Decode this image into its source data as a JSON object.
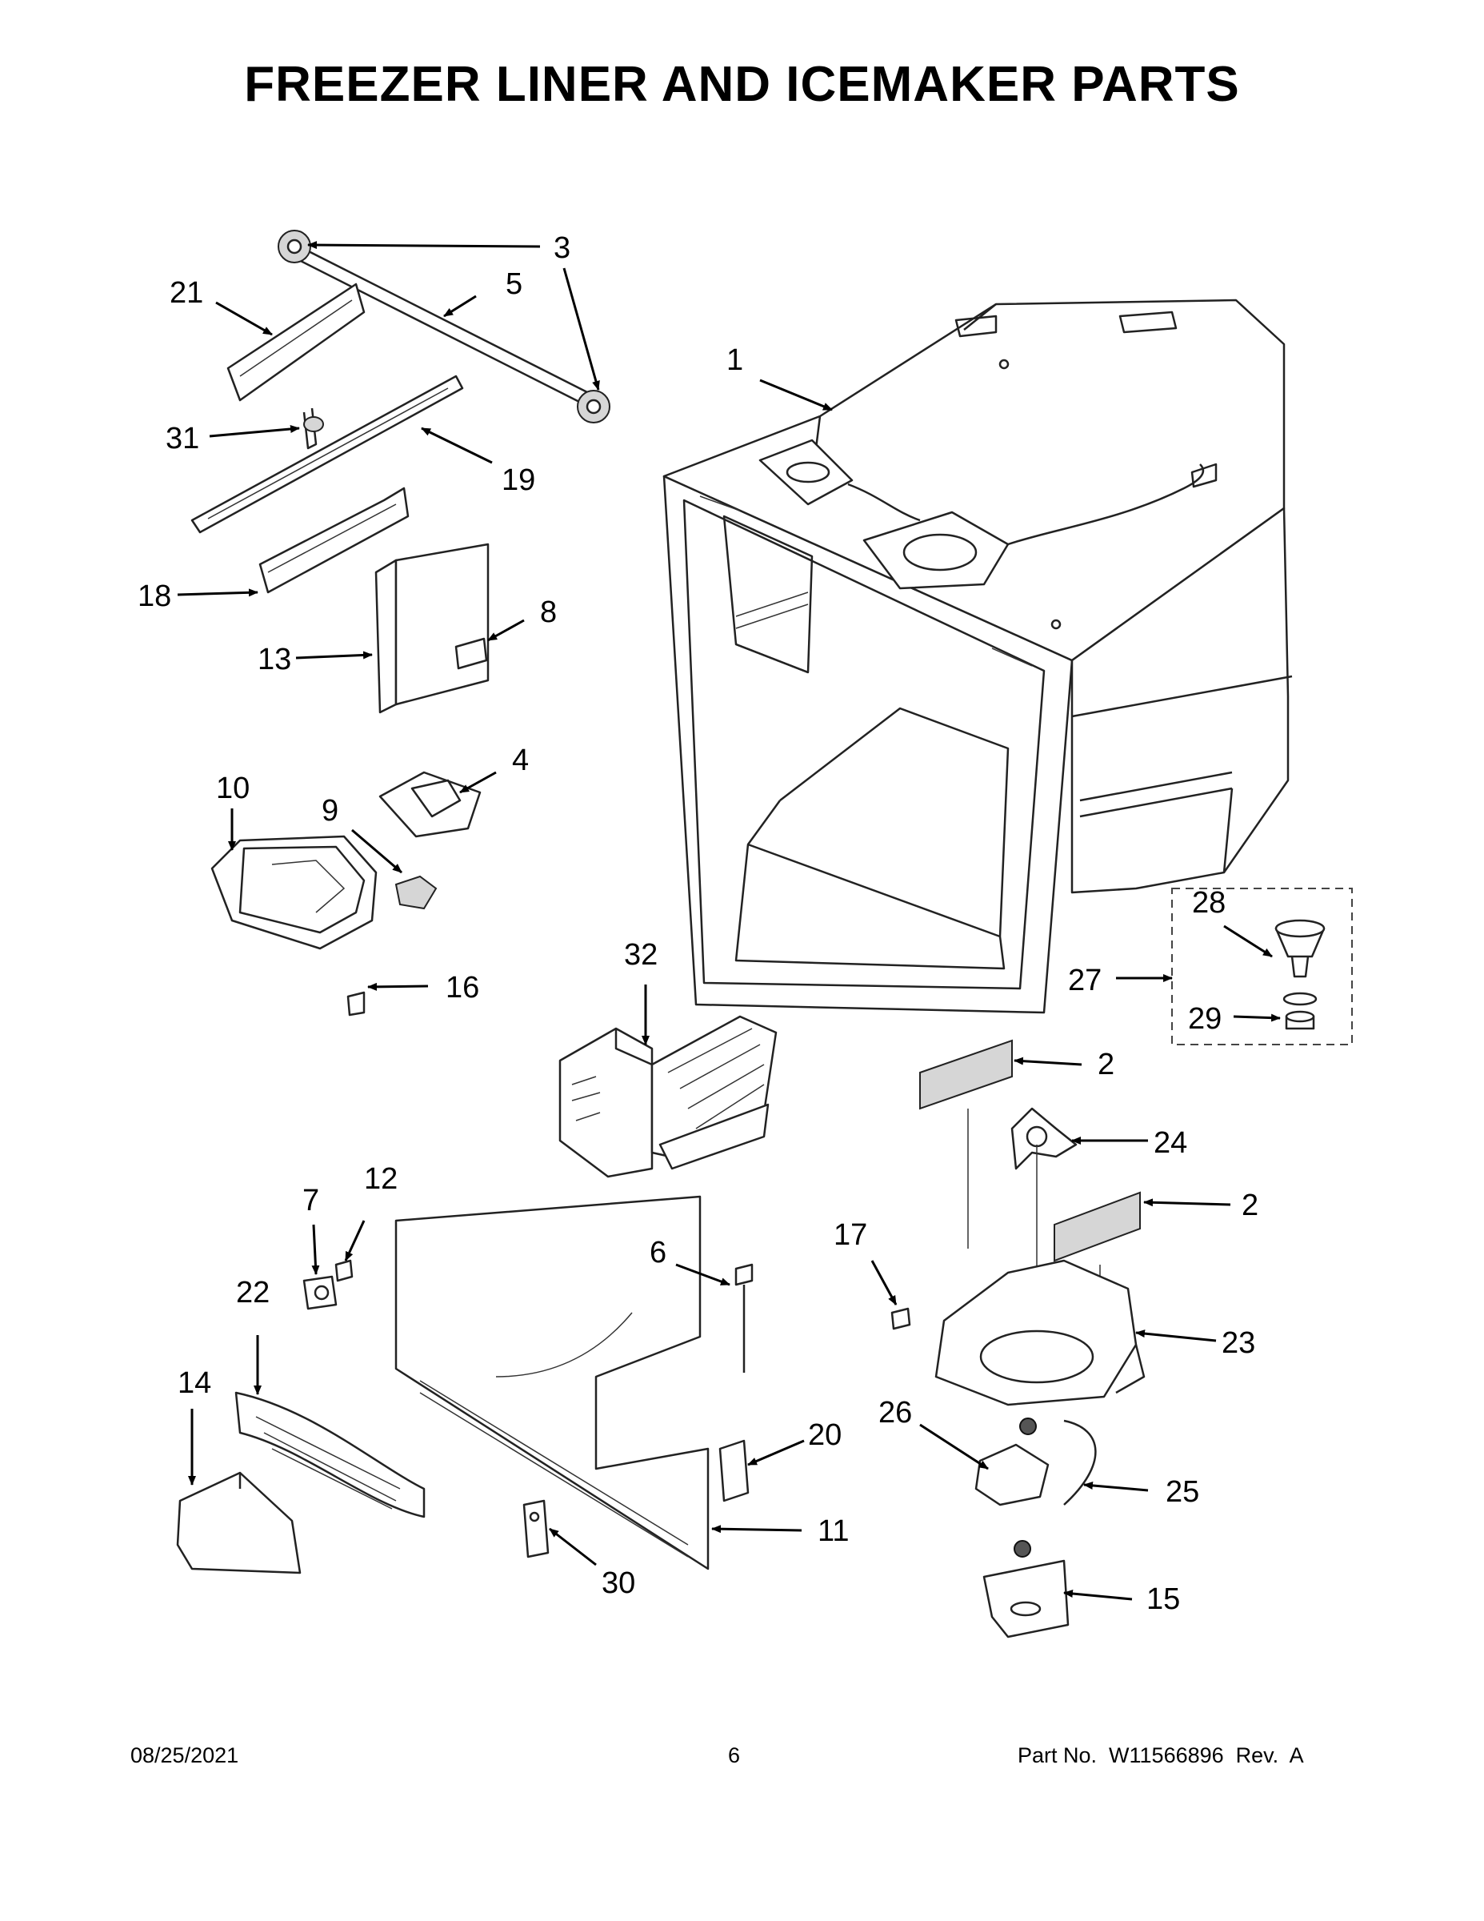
{
  "title": "FREEZER LINER AND ICEMAKER PARTS",
  "footer": {
    "date": "08/25/2021",
    "page": "6",
    "part_no": "Part No.  W11566896  Rev.  A"
  },
  "callouts": {
    "c1": "1",
    "c2a": "2",
    "c2b": "2",
    "c3": "3",
    "c4": "4",
    "c5": "5",
    "c6": "6",
    "c7": "7",
    "c8": "8",
    "c9": "9",
    "c10": "10",
    "c11": "11",
    "c12": "12",
    "c13": "13",
    "c14": "14",
    "c15": "15",
    "c16": "16",
    "c17": "17",
    "c18": "18",
    "c19": "19",
    "c20": "20",
    "c21": "21",
    "c22": "22",
    "c23": "23",
    "c24": "24",
    "c25": "25",
    "c26": "26",
    "c27": "27",
    "c28": "28",
    "c29": "29",
    "c30": "30",
    "c31": "31",
    "c32": "32"
  }
}
